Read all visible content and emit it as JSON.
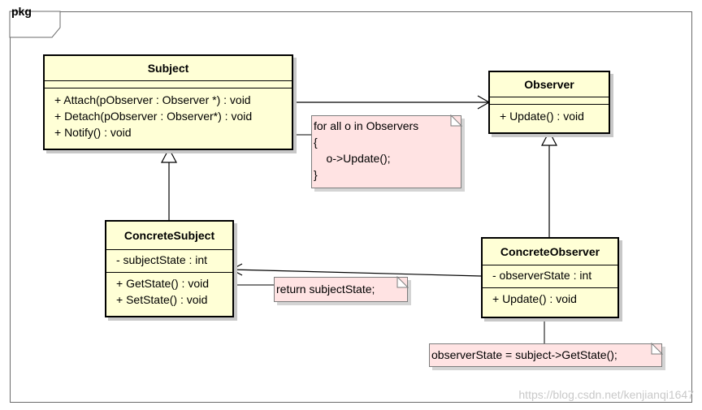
{
  "package": {
    "label": "pkg"
  },
  "classes": {
    "subject": {
      "name": "Subject",
      "attributes": [],
      "operations": [
        "+ Attach(pObserver : Observer *) : void",
        "+ Detach(pObserver : Observer*) : void",
        "+ Notify() : void"
      ]
    },
    "observer": {
      "name": "Observer",
      "attributes": [],
      "operations": [
        "+ Update() : void"
      ]
    },
    "concrete_subject": {
      "name": "ConcreteSubject",
      "attributes": [
        "- subjectState : int"
      ],
      "operations": [
        "+ GetState() : void",
        "+ SetState() : void"
      ]
    },
    "concrete_observer": {
      "name": "ConcreteObserver",
      "attributes": [
        "- observerState : int"
      ],
      "operations": [
        "+ Update() : void"
      ]
    }
  },
  "notes": {
    "notify_note": [
      "for all o in Observers",
      "{",
      "    o->Update();",
      "}"
    ],
    "getstate_note": [
      "return subjectState;"
    ],
    "update_note": [
      "observerState = subject->GetState();"
    ]
  },
  "watermark": "https://blog.csdn.net/kenjianqi1647"
}
